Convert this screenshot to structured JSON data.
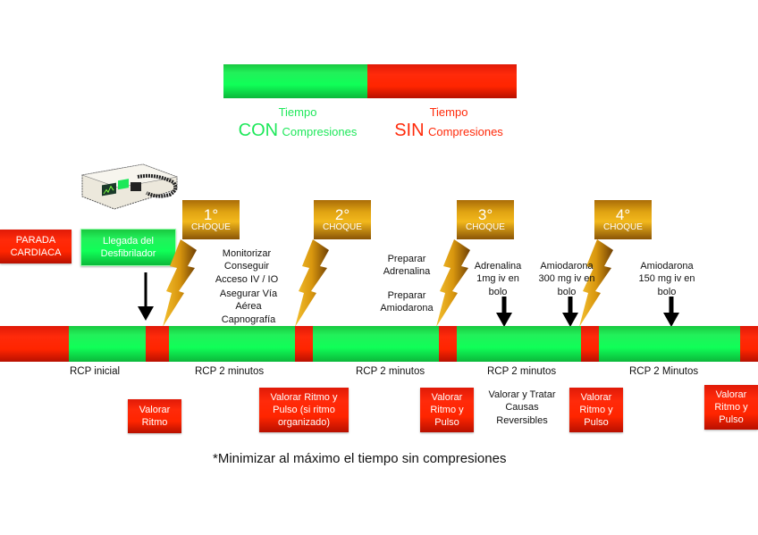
{
  "legend": {
    "with_compressions": {
      "line1": "Tiempo",
      "big": "CON",
      "small": "Compresiones",
      "color": "#1ee85a"
    },
    "without_compressions": {
      "line1": "Tiempo",
      "big": "SIN",
      "small": "Compresiones",
      "color": "#ff2a0a"
    }
  },
  "colors": {
    "green": "#10f050",
    "red": "#ff2500",
    "gold": "#d9980f"
  },
  "start_boxes": {
    "cardiac_arrest": "PARADA\nCARDIACA",
    "defibrillator_arrival": "Llegada del\nDesfibrilador"
  },
  "defibrillator_image": "defibrillator-icon",
  "shocks": [
    {
      "number": "1°",
      "label": "CHOQUE"
    },
    {
      "number": "2°",
      "label": "CHOQUE"
    },
    {
      "number": "3°",
      "label": "CHOQUE"
    },
    {
      "number": "4°",
      "label": "CHOQUE"
    }
  ],
  "actions": {
    "after_shock1_a": "Monitorizar\nConseguir\nAcceso IV / IO",
    "after_shock1_b": "Asegurar Vía\nAérea\nCapnografía",
    "after_shock2_a": "Preparar\nAdrenalina",
    "after_shock2_b": "Preparar\nAmiodarona",
    "adrenaline": "Adrenalina\n1mg iv en\nbolo",
    "amiodarone_300": "Amiodarona\n300 mg iv en\nbolo",
    "amiodarone_150": "Amiodarona\n150 mg iv en\nbolo"
  },
  "timeline_segments": [
    {
      "type": "sin"
    },
    {
      "type": "con"
    },
    {
      "type": "sin"
    },
    {
      "type": "con"
    },
    {
      "type": "sin"
    },
    {
      "type": "con"
    },
    {
      "type": "sin"
    },
    {
      "type": "con"
    },
    {
      "type": "sin"
    },
    {
      "type": "con"
    },
    {
      "type": "sin"
    }
  ],
  "phases": [
    "RCP inicial",
    "RCP 2 minutos",
    "RCP 2 minutos",
    "RCP 2 minutos",
    "RCP 2 Minutos"
  ],
  "assessments": [
    "Valorar\nRitmo",
    "Valorar Ritmo y\nPulso (si ritmo\norganizado)",
    "Valorar\nRitmo y\nPulso",
    "Valorar\nRitmo y\nPulso",
    "Valorar\nRitmo y\nPulso"
  ],
  "reversible_causes": "Valorar y Tratar\nCausas\nReversibles",
  "footer": "*Minimizar al máximo el tiempo sin compresiones"
}
